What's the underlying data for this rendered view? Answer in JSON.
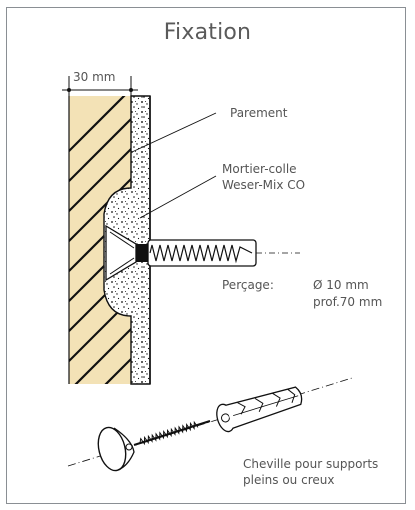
{
  "title": "Fixation",
  "dimension": "30 mm",
  "labels": {
    "parement": "Parement",
    "mortier_line1": "Mortier-colle",
    "mortier_line2": "Weser-Mix CO",
    "percage": "Perçage:",
    "diameter": "Ø 10 mm",
    "depth": "prof.70 mm",
    "cheville_line1": "Cheville pour supports",
    "cheville_line2": "pleins ou creux"
  },
  "colors": {
    "wood": "#f3e2b6",
    "line": "#111111",
    "frame": "#8a8f94",
    "text": "#555555"
  }
}
